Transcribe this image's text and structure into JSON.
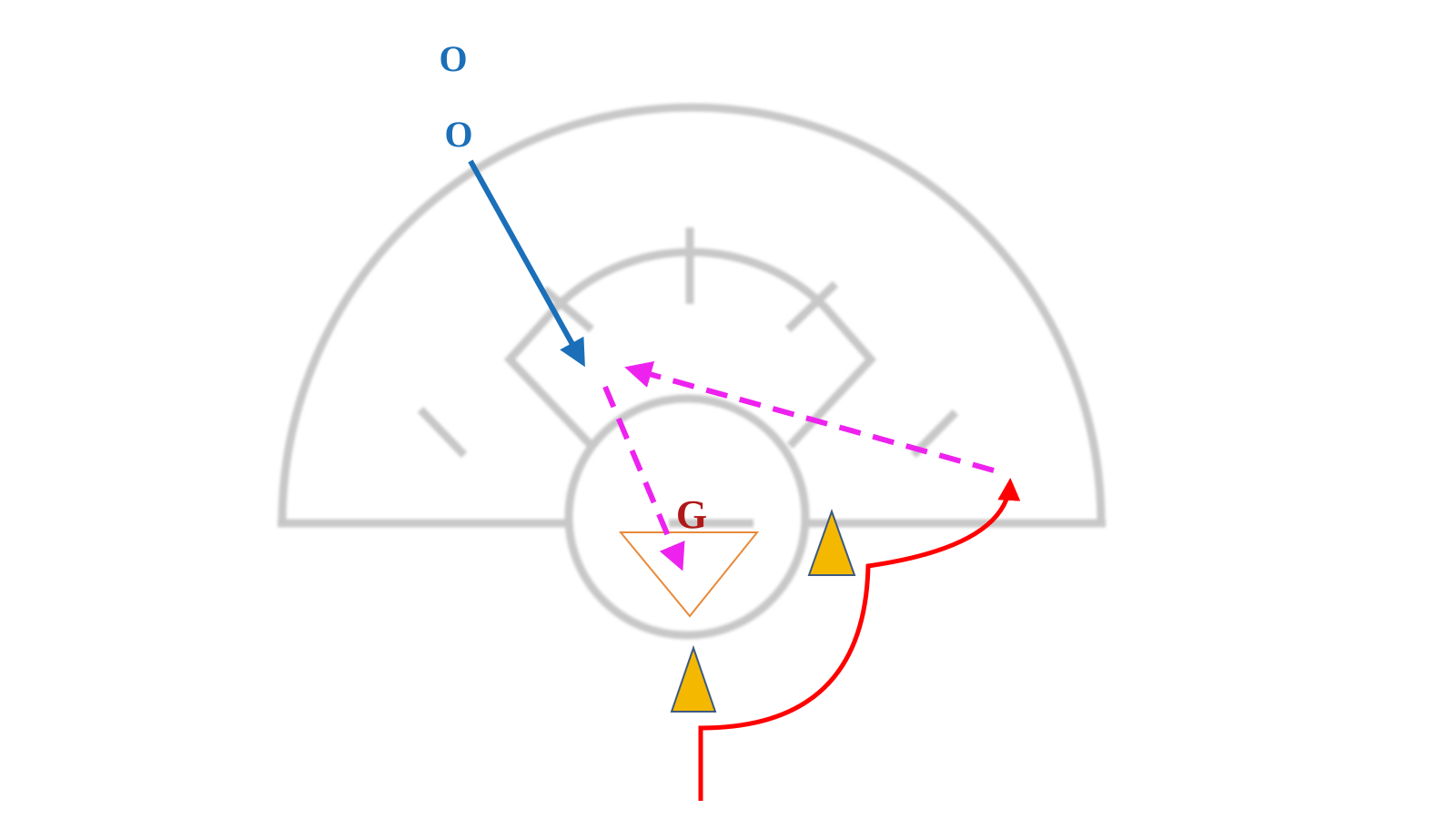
{
  "labels": {
    "player_o_top": "O",
    "player_o_bottom": "O",
    "goal_marker": "G"
  },
  "colors": {
    "court_lines": "#c8c8c8",
    "offense": "#1a6fb8",
    "pass": "#ee22ee",
    "cut": "#ff0000",
    "cone_fill": "#f5b800",
    "cone_stroke": "#3d5a80",
    "goal_marker": "#b01818",
    "goal_triangle": "#e88a3a"
  },
  "icons": {
    "cone": "triangle-cone-icon",
    "goal": "inverted-triangle-icon"
  }
}
